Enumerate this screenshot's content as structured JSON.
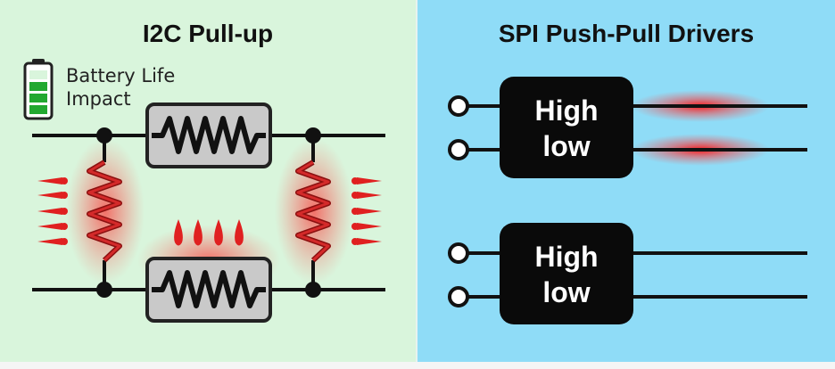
{
  "left_panel": {
    "title": "I2C Pull-up",
    "battery": {
      "line1": "Battery Life",
      "line2": "Impact",
      "icon": "battery-icon",
      "fill_fraction": 0.75
    }
  },
  "right_panel": {
    "title": "SPI Push-Pull Drivers",
    "driver_top": {
      "line1": "High",
      "line2": "low"
    },
    "driver_bottom": {
      "line1": "High",
      "line2": "low"
    }
  },
  "colors": {
    "left_bg": "#d9f5dc",
    "right_bg": "#8fdcf7",
    "heat_red": "#e02020",
    "resistor_box": "#c9c9c9",
    "wire": "#111111",
    "battery_green": "#22a830"
  }
}
